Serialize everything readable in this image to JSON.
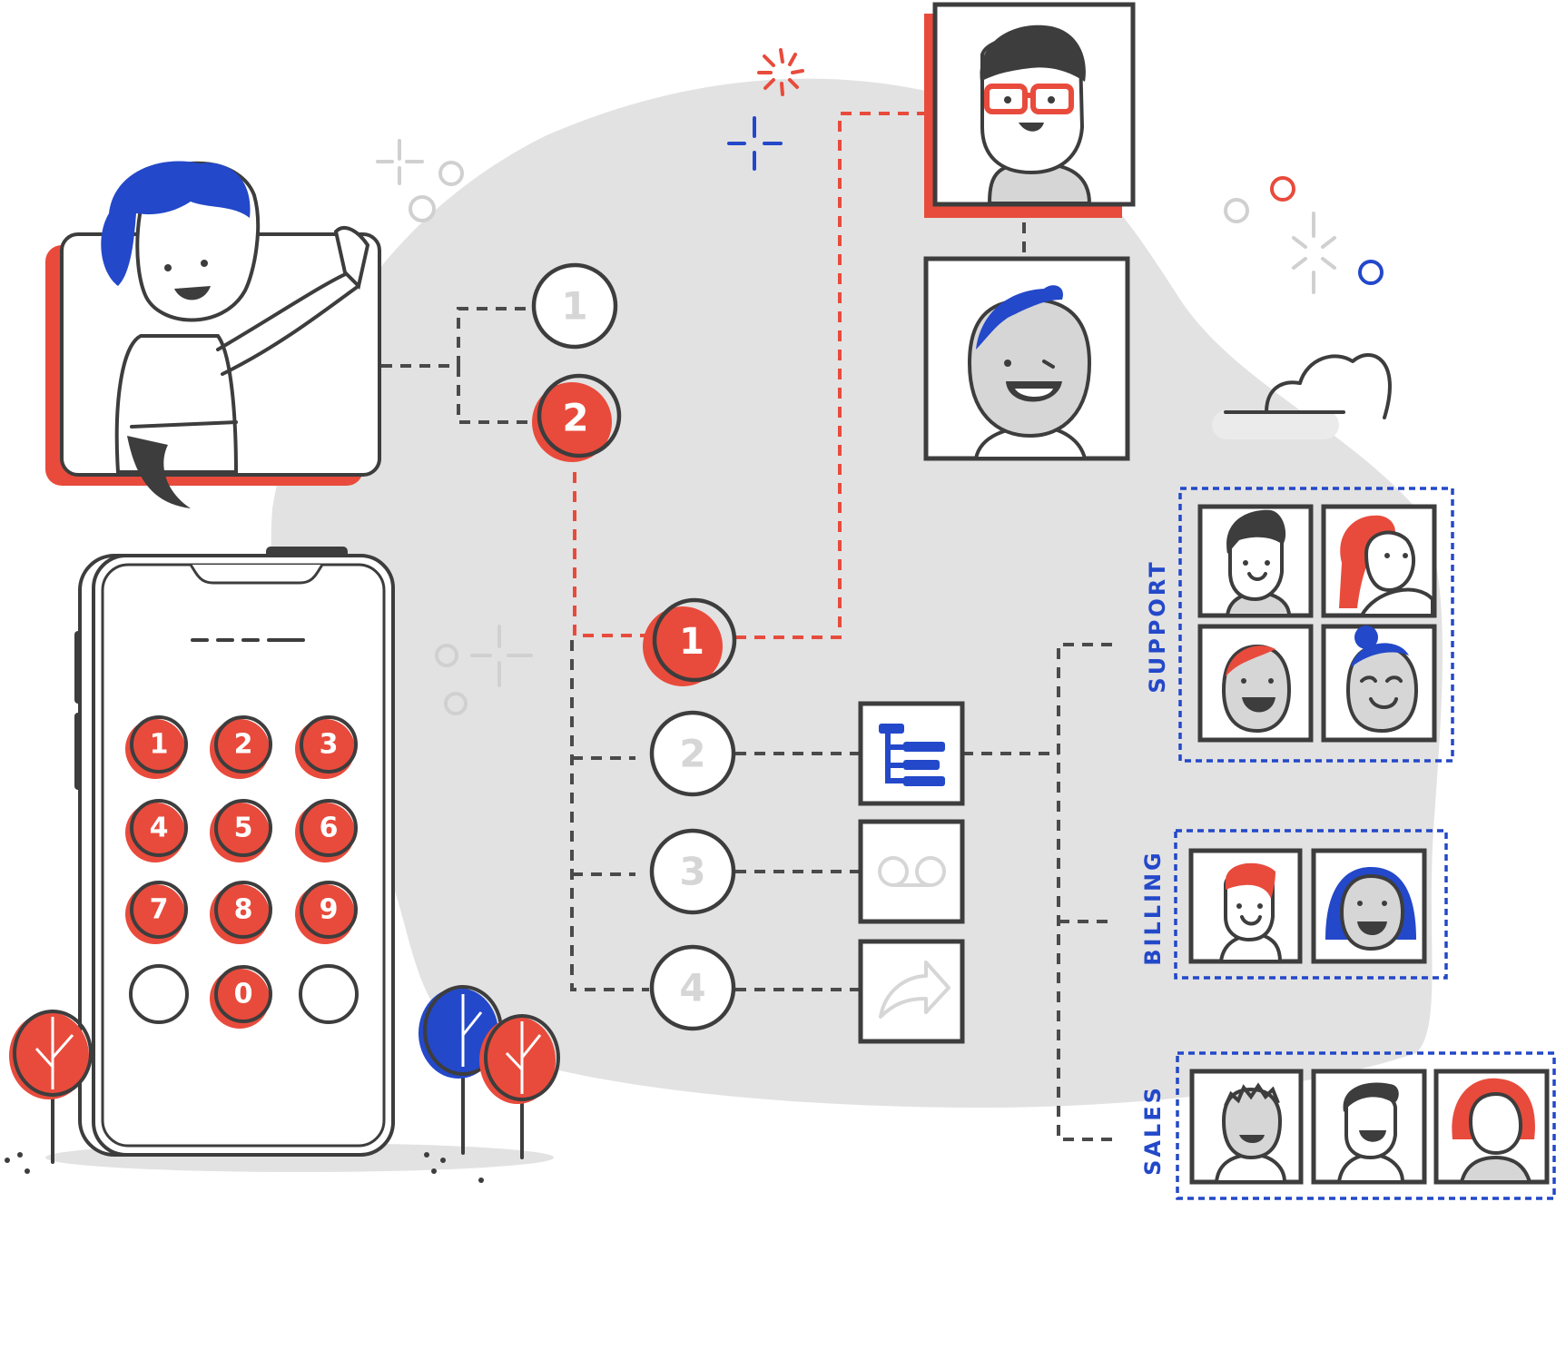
{
  "menu_options": {
    "option_1": "1",
    "option_2": "2"
  },
  "submenu_options": {
    "option_1": "1",
    "option_2": "2",
    "option_3": "3",
    "option_4": "4"
  },
  "keypad": [
    "1",
    "2",
    "3",
    "4",
    "5",
    "6",
    "7",
    "8",
    "9",
    "",
    "0",
    ""
  ],
  "groups": {
    "support": "SUPPORT",
    "billing": "BILLING",
    "sales": "SALES"
  },
  "icons": {
    "org_chart": "hierarchy-icon",
    "voicemail": "voicemail-icon",
    "forward": "forward-arrow-icon"
  },
  "colors": {
    "accent_red": "#e84b3c",
    "accent_blue": "#2348c9",
    "outline": "#3d3d3d",
    "blob_gray": "#e2e2e2"
  }
}
